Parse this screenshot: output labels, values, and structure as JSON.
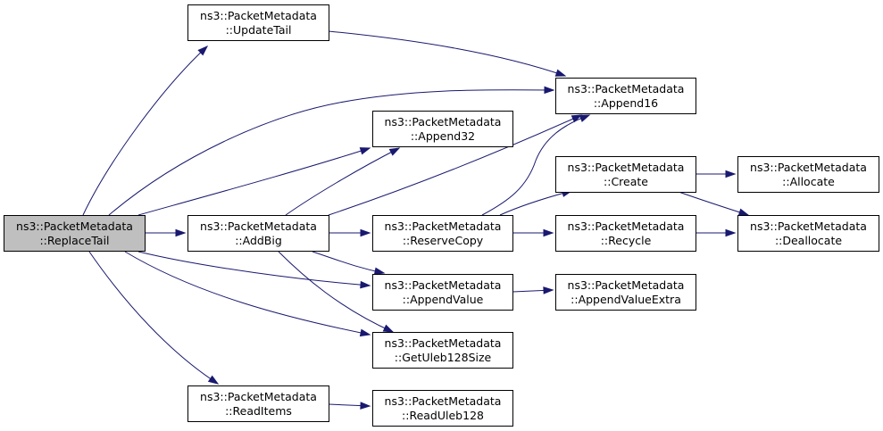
{
  "diagram": {
    "nodes": [
      {
        "id": "replace_tail",
        "line1": "ns3::PacketMetadata",
        "line2": "::ReplaceTail",
        "highlight": true
      },
      {
        "id": "update_tail",
        "line1": "ns3::PacketMetadata",
        "line2": "::UpdateTail"
      },
      {
        "id": "add_big",
        "line1": "ns3::PacketMetadata",
        "line2": "::AddBig"
      },
      {
        "id": "read_items",
        "line1": "ns3::PacketMetadata",
        "line2": "::ReadItems"
      },
      {
        "id": "append32",
        "line1": "ns3::PacketMetadata",
        "line2": "::Append32"
      },
      {
        "id": "reserve_copy",
        "line1": "ns3::PacketMetadata",
        "line2": "::ReserveCopy"
      },
      {
        "id": "append_value",
        "line1": "ns3::PacketMetadata",
        "line2": "::AppendValue"
      },
      {
        "id": "get_uleb128_size",
        "line1": "ns3::PacketMetadata",
        "line2": "::GetUleb128Size"
      },
      {
        "id": "read_uleb128",
        "line1": "ns3::PacketMetadata",
        "line2": "::ReadUleb128"
      },
      {
        "id": "append16",
        "line1": "ns3::PacketMetadata",
        "line2": "::Append16"
      },
      {
        "id": "create",
        "line1": "ns3::PacketMetadata",
        "line2": "::Create"
      },
      {
        "id": "recycle",
        "line1": "ns3::PacketMetadata",
        "line2": "::Recycle"
      },
      {
        "id": "append_value_extra",
        "line1": "ns3::PacketMetadata",
        "line2": "::AppendValueExtra"
      },
      {
        "id": "allocate",
        "line1": "ns3::PacketMetadata",
        "line2": "::Allocate"
      },
      {
        "id": "deallocate",
        "line1": "ns3::PacketMetadata",
        "line2": "::Deallocate"
      }
    ],
    "edges": [
      {
        "from": "replace_tail",
        "to": "update_tail"
      },
      {
        "from": "replace_tail",
        "to": "append16"
      },
      {
        "from": "replace_tail",
        "to": "append32"
      },
      {
        "from": "replace_tail",
        "to": "add_big"
      },
      {
        "from": "replace_tail",
        "to": "append_value"
      },
      {
        "from": "replace_tail",
        "to": "get_uleb128_size"
      },
      {
        "from": "replace_tail",
        "to": "read_items"
      },
      {
        "from": "update_tail",
        "to": "append16"
      },
      {
        "from": "add_big",
        "to": "append32"
      },
      {
        "from": "add_big",
        "to": "append16"
      },
      {
        "from": "add_big",
        "to": "reserve_copy"
      },
      {
        "from": "add_big",
        "to": "append_value"
      },
      {
        "from": "add_big",
        "to": "get_uleb128_size"
      },
      {
        "from": "read_items",
        "to": "read_uleb128"
      },
      {
        "from": "reserve_copy",
        "to": "append16"
      },
      {
        "from": "reserve_copy",
        "to": "create"
      },
      {
        "from": "reserve_copy",
        "to": "recycle"
      },
      {
        "from": "append_value",
        "to": "append_value_extra"
      },
      {
        "from": "create",
        "to": "allocate"
      },
      {
        "from": "create",
        "to": "deallocate"
      },
      {
        "from": "recycle",
        "to": "deallocate"
      }
    ]
  }
}
